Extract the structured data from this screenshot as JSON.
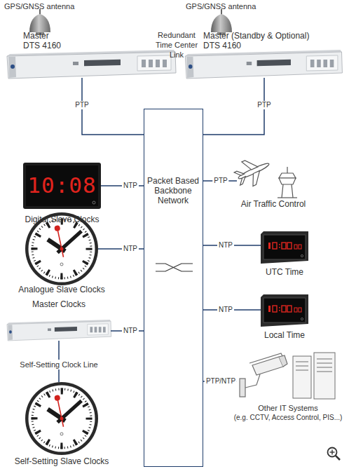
{
  "diagram": {
    "nodes": [
      {
        "text": [
          "Master DTS 4160"
        ]
      },
      {
        "text": [
          "Master (Standby & Optional) DTS 4160"
        ]
      },
      {
        "text": [
          "Packet Based Backbone Network"
        ]
      },
      {
        "text": [
          "Digital Slave Clocks"
        ]
      },
      {
        "text": [
          "Analogue Slave Clocks"
        ]
      },
      {
        "text": [
          "Master Clocks"
        ]
      },
      {
        "text": [
          "Self-Setting Slave Clocks"
        ]
      },
      {
        "text": [
          "Air Traffic Control"
        ]
      },
      {
        "text": [
          "UTC Time"
        ]
      },
      {
        "text": [
          "Local Time"
        ]
      },
      {
        "text": [
          "Other IT Systems",
          "(e.g. CCTV, Access Control, PIS...)"
        ]
      }
    ],
    "edges": [
      {
        "from": 0,
        "to": 2,
        "label": "PTP",
        "arrow": "none"
      },
      {
        "from": 1,
        "to": 2,
        "label": "PTP",
        "arrow": "none"
      },
      {
        "from": 3,
        "to": 2,
        "label": "NTP",
        "arrow": "none"
      },
      {
        "from": 4,
        "to": 2,
        "label": "NTP",
        "arrow": "none"
      },
      {
        "from": 5,
        "to": 2,
        "label": "NTP",
        "arrow": "none"
      },
      {
        "from": 5,
        "to": 6,
        "label": "Self-Setting Clock Line",
        "arrow": "none"
      },
      {
        "from": 2,
        "to": 7,
        "label": "PTP",
        "arrow": "none"
      },
      {
        "from": 2,
        "to": 8,
        "label": "NTP",
        "arrow": "none"
      },
      {
        "from": 2,
        "to": 9,
        "label": "NTP",
        "arrow": "none"
      },
      {
        "from": 2,
        "to": 10,
        "label": "PTP/NTP",
        "arrow": "none"
      }
    ],
    "labels": [
      "GPS/GNSS antenna",
      "GPS/GNSS antenna",
      "Redundant Time Center Link",
      "10:08"
    ]
  }
}
